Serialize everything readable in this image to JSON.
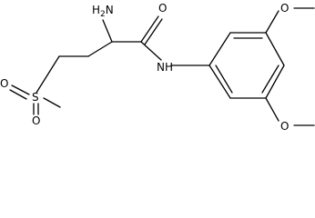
{
  "molecule": {
    "atom_labels": {
      "amine": "H",
      "amine_subscript": "2",
      "amine_suffix": "N",
      "carbonyl_oxygen": "O",
      "amide_nh": "NH",
      "methoxy_top_oxygen": "O",
      "methoxy_bottom_oxygen": "O",
      "sulfonyl_oxygen_left": "O",
      "sulfur": "S",
      "sulfonyl_oxygen_bottom": "O"
    }
  }
}
